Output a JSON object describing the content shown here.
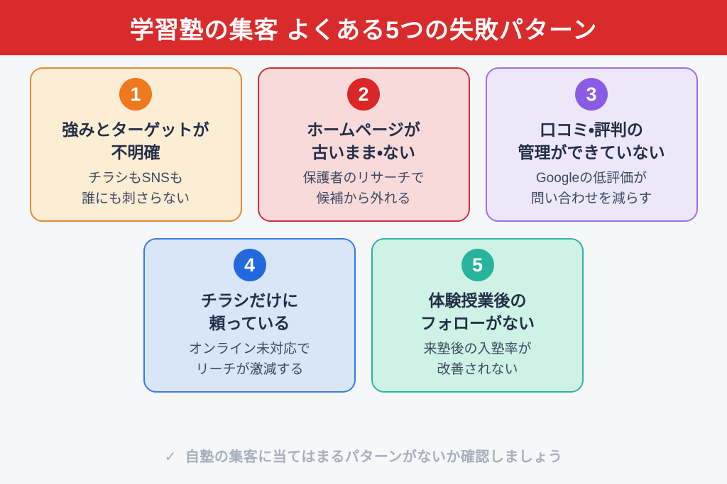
{
  "page": {
    "background": "#F6F7F9"
  },
  "header": {
    "title": "学習塾の集客 よくある5つの失敗パターン",
    "background": "#D92B2B",
    "text_color": "#FFFFFF"
  },
  "cards": [
    {
      "number": "1",
      "title": "強みとターゲットが\n不明確",
      "description": "チラシもSNSも\n誰にも刺さらない",
      "accent": "#F0781E",
      "border": "#E08A3A",
      "background": "#FCEDD5"
    },
    {
      "number": "2",
      "title": "ホームページが\n古いまま・ない",
      "description": "保護者のリサーチで\n候補から外れる",
      "accent": "#DA2626",
      "border": "#C93342",
      "background": "#F9DADB"
    },
    {
      "number": "3",
      "title": "口コミ・評判の\n管理ができていない",
      "description": "Googleの低評価が\n問い合わせを減らす",
      "accent": "#8A5BE4",
      "border": "#9C72DE",
      "background": "#EDE7FA"
    },
    {
      "number": "4",
      "title": "チラシだけに\n頼っている",
      "description": "オンライン未対応で\nリーチが激減する",
      "accent": "#2368DF",
      "border": "#3B7AE2",
      "background": "#D8E6F8"
    },
    {
      "number": "5",
      "title": "体験授業後の\nフォローがない",
      "description": "来塾後の入塾率が\n改善されない",
      "accent": "#27B39C",
      "border": "#2EB4A1",
      "background": "#CFF2E7"
    }
  ],
  "text_colors": {
    "card_title": "#232E47",
    "card_description": "#3E4A60"
  },
  "footer": {
    "check_icon": "✓",
    "text": "自塾の集客に当てはまるパターンがないか確認しましょう",
    "color": "#A6AFBD"
  }
}
